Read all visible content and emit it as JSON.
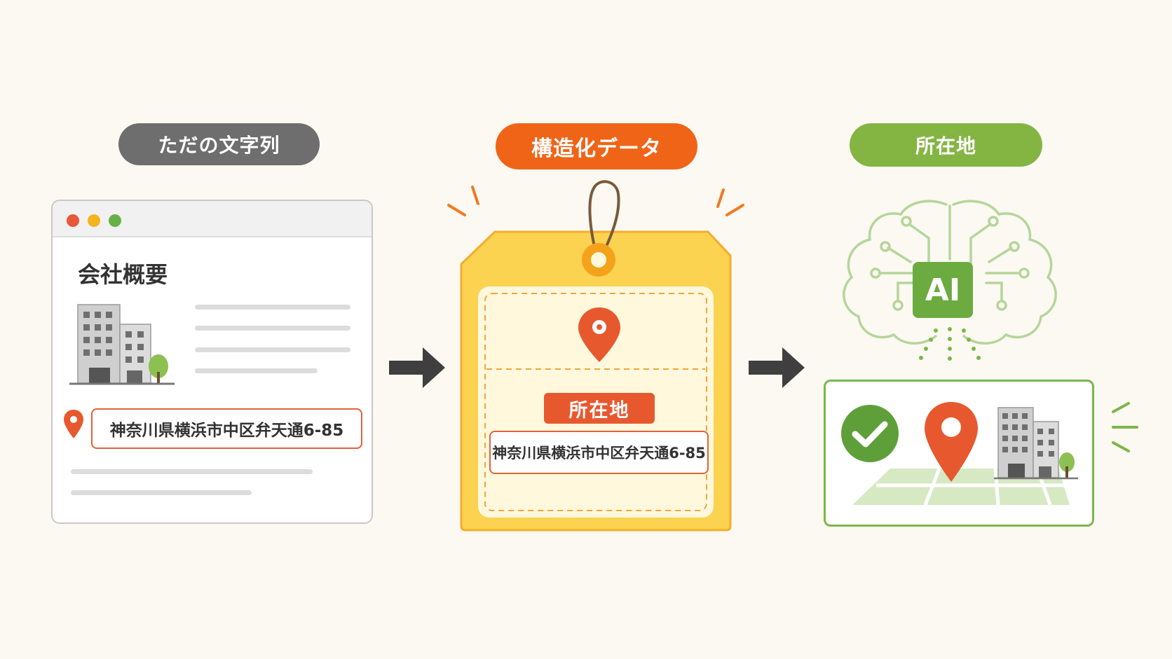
{
  "stages": {
    "plain_text": {
      "label": "ただの文字列"
    },
    "structured": {
      "label": "構造化データ"
    },
    "location": {
      "label": "所在地"
    }
  },
  "webpage": {
    "title": "会社概要",
    "address": "神奈川県横浜市中区弁天通6-85",
    "window_dots": [
      "#e8583a",
      "#f2b520",
      "#68b146"
    ]
  },
  "tag": {
    "field_label": "所在地",
    "address": "神奈川県横浜市中区弁天通6-85"
  },
  "ai": {
    "label": "AI"
  },
  "colors": {
    "background": "#fbf9f2",
    "gray": "#6e6e6e",
    "orange": "#f06418",
    "green": "#84b543",
    "tag_yellow": "#fcd251",
    "pin_red": "#e8582e"
  },
  "icons": [
    "location-pin-icon",
    "building-icon",
    "tree-icon",
    "arrow-right-icon",
    "brain-circuit-icon",
    "check-circle-icon",
    "map-icon"
  ]
}
